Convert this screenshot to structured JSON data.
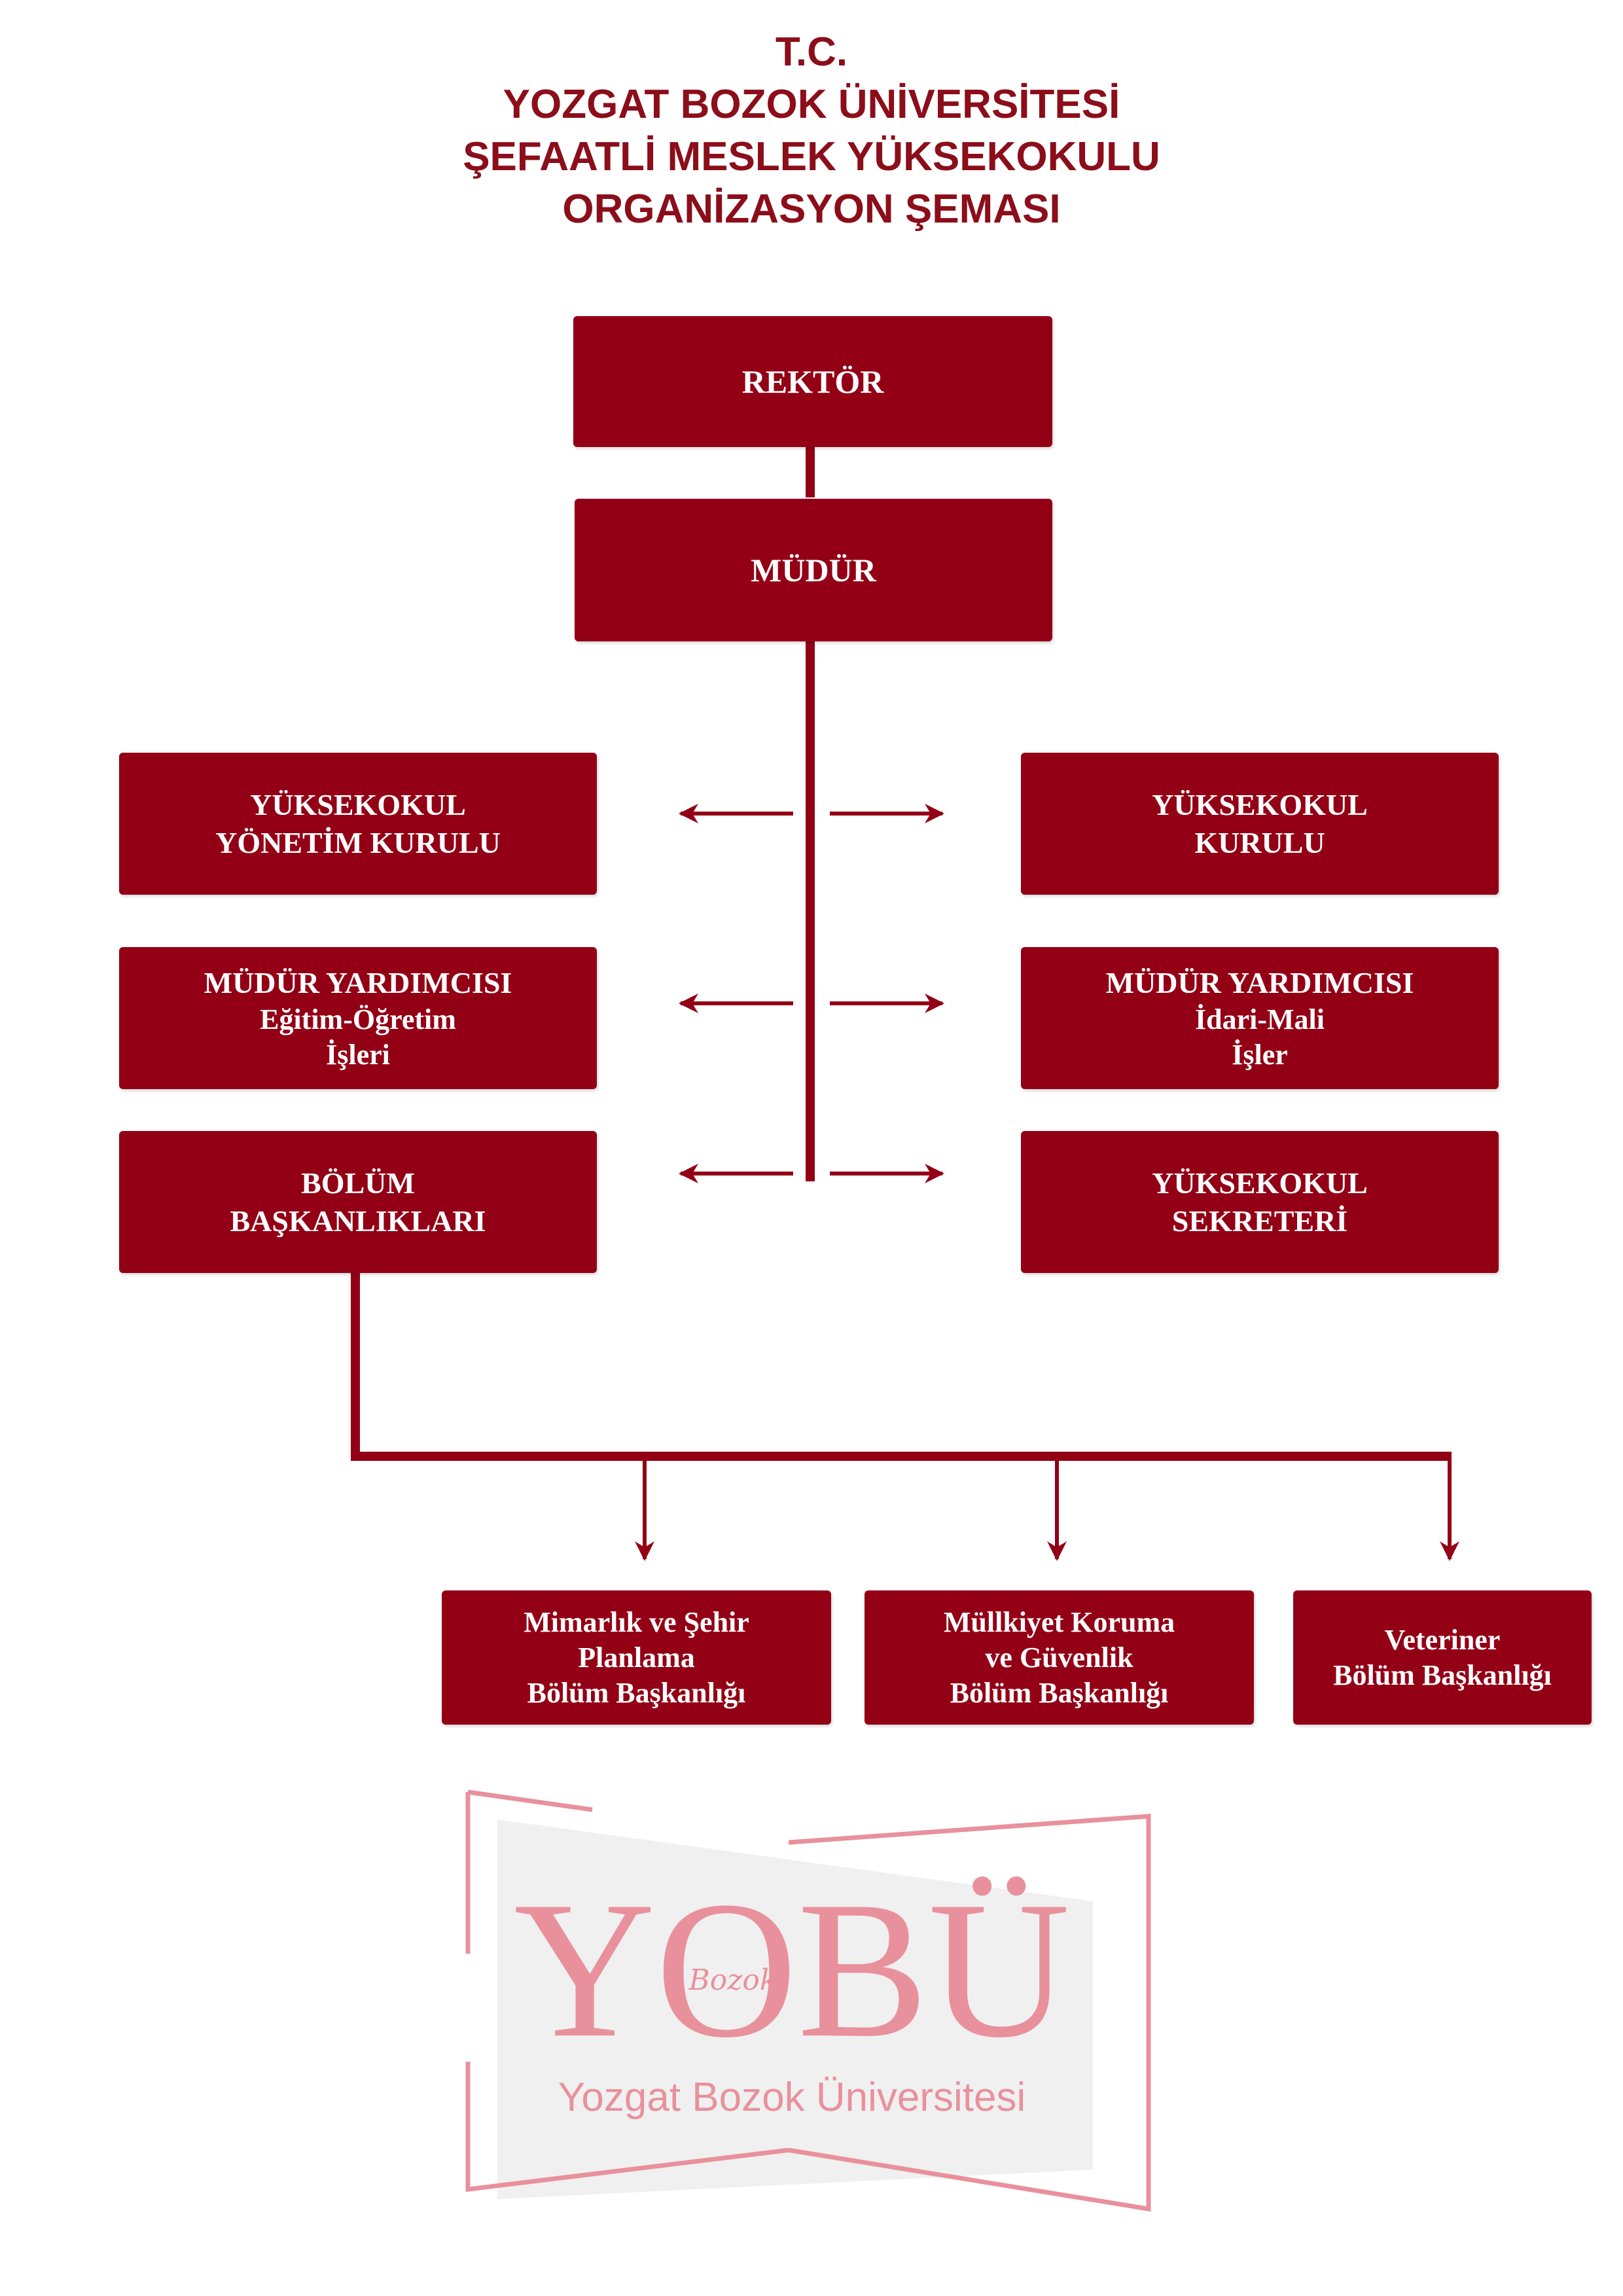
{
  "title": {
    "line1": "T.C.",
    "line2": "YOZGAT BOZOK ÜNİVERSİTESİ",
    "line3": "ŞEFAATLİ MESLEK YÜKSEKOKULU",
    "line4": "ORGANİZASYON ŞEMASI"
  },
  "nodes": {
    "rektor": "REKTÖR",
    "mudur": "MÜDÜR",
    "yonetim_kurulu": [
      "YÜKSEKOKUL",
      "YÖNETİM KURULU"
    ],
    "yuksekokul_kurulu": [
      "YÜKSEKOKUL",
      "KURULU"
    ],
    "mudur_yrd_egitim": [
      "MÜDÜR YARDIMCISI",
      "Eğitim-Öğretim",
      "İşleri"
    ],
    "mudur_yrd_idari": [
      "MÜDÜR YARDIMCISI",
      "İdari-Mali",
      "İşler"
    ],
    "bolum_baskanliklari": [
      "BÖLÜM",
      "BAŞKANLIKLARI"
    ],
    "sekreter": [
      "YÜKSEKOKUL",
      "SEKRETERİ"
    ]
  },
  "departments": [
    [
      "Mimarlık ve Şehir",
      "Planlama",
      "Bölüm Başkanlığı"
    ],
    [
      "Müllkiyet Koruma",
      "ve Güvenlik",
      "Bölüm Başkanlığı"
    ],
    [
      "Veteriner",
      "Bölüm Başkanlığı"
    ]
  ],
  "logo": {
    "wordmark": "YOBÜ",
    "script": "Bozok",
    "name": "Yozgat Bozok Üniversitesi"
  },
  "colors": {
    "box": "#930016",
    "title": "#8b0e1a",
    "logo": "#e8919c"
  }
}
